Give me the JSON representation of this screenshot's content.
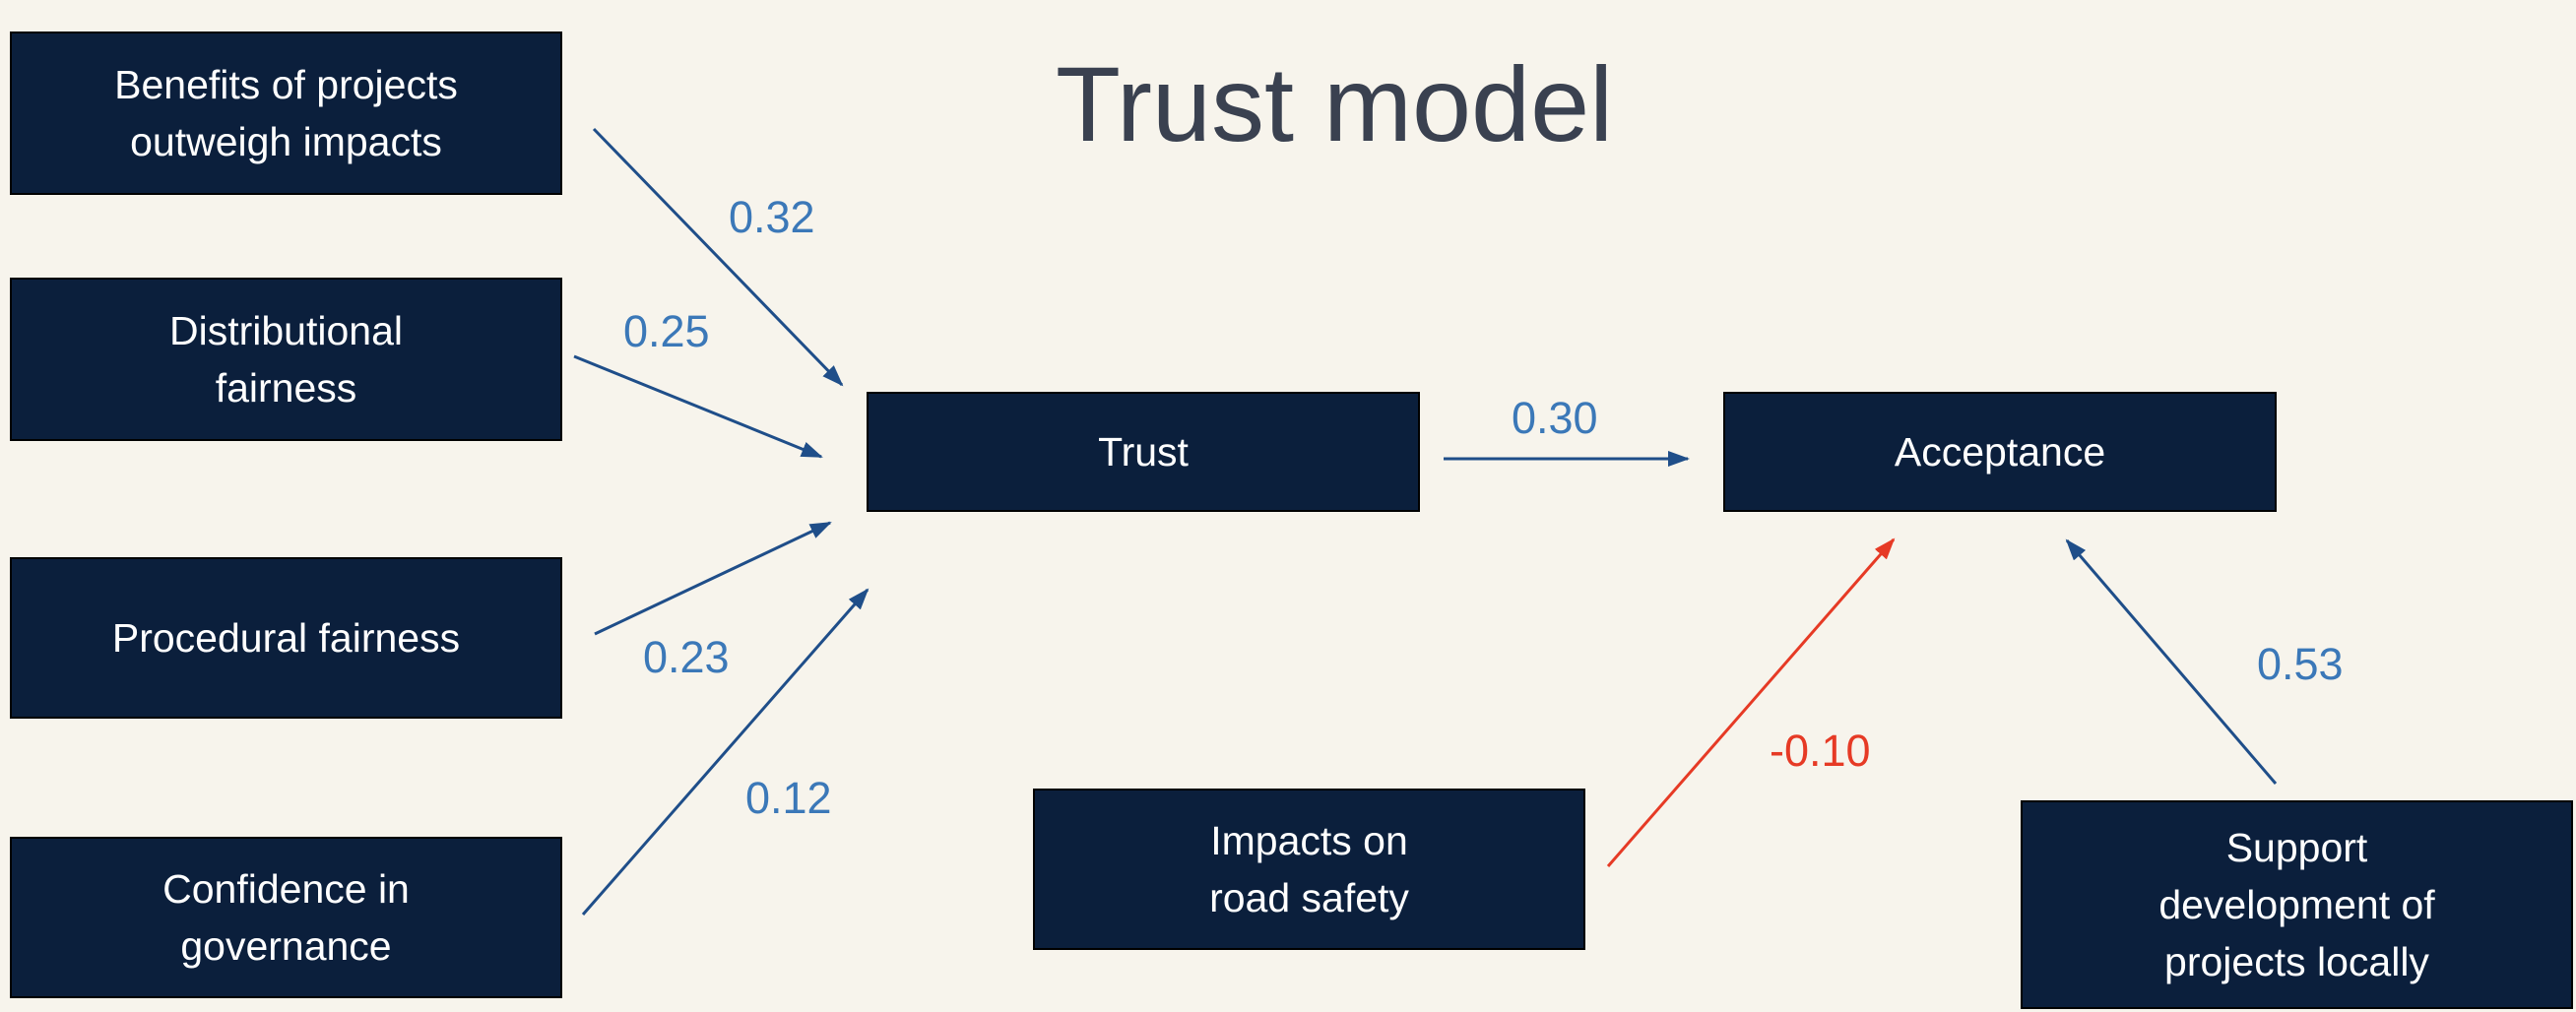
{
  "title": "Trust model",
  "nodes": {
    "benefits": "Benefits of projects\noutweigh impacts",
    "distributional": "Distributional\nfairness",
    "procedural": "Procedural fairness",
    "confidence": "Confidence in\ngovernance",
    "trust": "Trust",
    "acceptance": "Acceptance",
    "road_safety": "Impacts on\nroad safety",
    "support": "Support\ndevelopment of\nprojects locally"
  },
  "edges": [
    {
      "from": "Benefits of projects outweigh impacts",
      "to": "Trust",
      "coefficient": "0.32"
    },
    {
      "from": "Distributional fairness",
      "to": "Trust",
      "coefficient": "0.25"
    },
    {
      "from": "Procedural fairness",
      "to": "Trust",
      "coefficient": "0.23"
    },
    {
      "from": "Confidence in governance",
      "to": "Trust",
      "coefficient": "0.12"
    },
    {
      "from": "Trust",
      "to": "Acceptance",
      "coefficient": "0.30"
    },
    {
      "from": "Impacts on road safety",
      "to": "Acceptance",
      "coefficient": "-0.10"
    },
    {
      "from": "Support development of projects locally",
      "to": "Acceptance",
      "coefficient": "0.53"
    }
  ],
  "colors": {
    "box_fill": "#0b1f3c",
    "positive_edge": "#1f4e89",
    "positive_label": "#3b78b8",
    "negative_edge": "#e63a25",
    "background": "#f7f4ec",
    "title": "#3a4150"
  }
}
